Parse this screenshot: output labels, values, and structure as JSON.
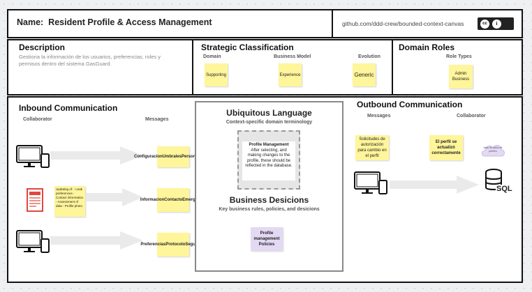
{
  "header": {
    "name_label": "Name:",
    "name_value": "Resident Profile & Access Management",
    "github": "github.com/ddd-crew/bounded-context-canvas",
    "license_cc": "cc",
    "license_by": "i"
  },
  "description": {
    "title": "Description",
    "text": "Gestiona la información de los usuarios, preferencias, roles y permisos dentro del sistema GasGuard."
  },
  "strategic": {
    "title": "Strategic Classification",
    "domain_label": "Domain",
    "business_model_label": "Business Model",
    "evolution_label": "Evolution",
    "domain_value": "Supporting",
    "business_model_value": "Experience",
    "evolution_value": "Generic"
  },
  "domain_roles": {
    "title": "Domain Roles",
    "role_types_label": "Role Types",
    "role_value": "Admin Business"
  },
  "inbound": {
    "title": "Inbound Communication",
    "collaborator_label": "Collaborator",
    "messages_label": "Messages",
    "messages": [
      "ConfiguracionUmbralesPersonalizados",
      "InformacionContactoEmergencia",
      "PreferenciasProtocoloSeguridad"
    ],
    "update_note": "Updating of: - Leak preferences - Contact information - Assessment of data - Profile photo"
  },
  "ubiquitous": {
    "title": "Ubiquitous Language",
    "subtitle": "Context-specific domain terminology",
    "term_title": "Profile Management",
    "term_text": "After selecting, and making changes to the profile, these should be reflected in the database."
  },
  "business": {
    "title": "Business Desicions",
    "subtitle": "Key business rules, policies, and desicions",
    "policy": "Profile management Policies"
  },
  "outbound": {
    "title": "Outbound Communication",
    "messages_label": "Messages",
    "collaborator_label": "Collaborator",
    "message": "Solicitudes de autorización para cambio en el perfil",
    "collab_note": "El perfil se actualizó correctamente",
    "cloud_text": "base de datos de perfiles",
    "sql_label": "SQL"
  },
  "colors": {
    "sticky_yellow": "#fff59a",
    "sticky_purple": "#e3d9f3",
    "arrow": "#eaeaea"
  }
}
